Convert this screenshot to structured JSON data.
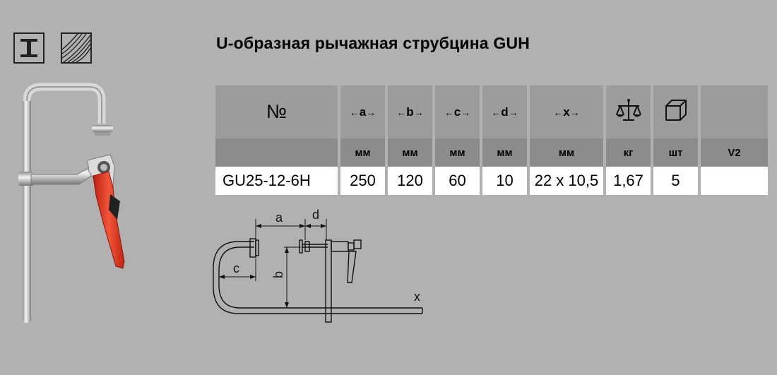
{
  "title": "U-образная рычажная струбцина GUH",
  "material_icons": [
    "steel-beam-icon",
    "wood-grain-icon"
  ],
  "table": {
    "header": {
      "no": "№",
      "a": "a",
      "b": "b",
      "c": "c",
      "d": "d",
      "x": "x",
      "arrow_left": "←",
      "arrow_right": "→",
      "weight_icon": "scale-icon",
      "pack_icon": "box-icon"
    },
    "units": {
      "no": "",
      "a": "мм",
      "b": "мм",
      "c": "мм",
      "d": "мм",
      "x": "мм",
      "weight": "кг",
      "pack": "шт",
      "extra": "V2"
    },
    "row": {
      "no": "GU25-12-6H",
      "a": "250",
      "b": "120",
      "c": "60",
      "d": "10",
      "x": "22 x 10,5",
      "weight": "1,67",
      "pack": "5",
      "extra": ""
    }
  },
  "drawing": {
    "label_a": "a",
    "label_b": "b",
    "label_c": "c",
    "label_d": "d",
    "label_x": "x"
  },
  "colors": {
    "background": "#b1b1b1",
    "header_row": "#9c9c9c",
    "unit_row": "#8c8c8c",
    "data_row": "#ffffff",
    "handle_red": "#e0301e"
  }
}
